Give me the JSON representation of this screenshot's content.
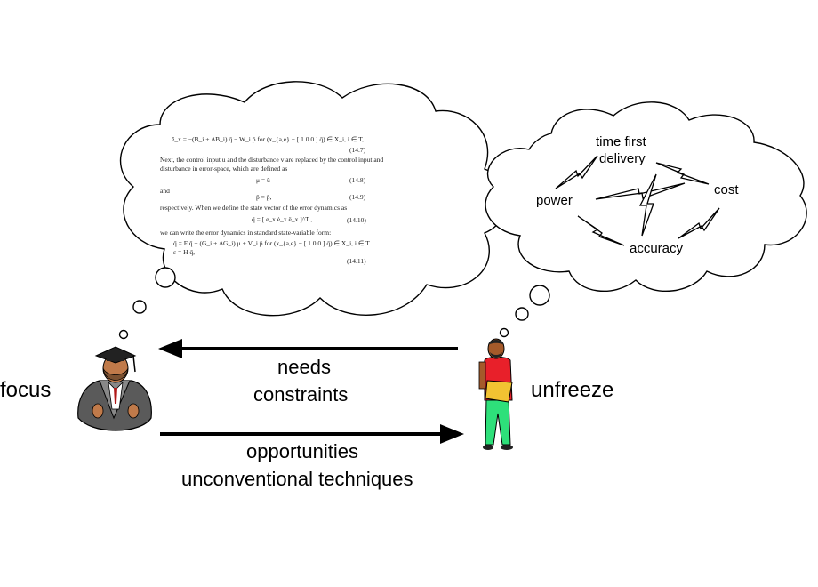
{
  "labels": {
    "focus": "focus",
    "unfreeze": "unfreeze",
    "needs": "needs",
    "constraints": "constraints",
    "opportunities": "opportunities",
    "unconventional": "unconventional techniques"
  },
  "right_cloud": {
    "nodes": {
      "time_first_delivery_line1": "time first",
      "time_first_delivery_line2": "delivery",
      "cost": "cost",
      "power": "power",
      "accuracy": "accuracy"
    }
  },
  "left_cloud_document": {
    "eq_14_7": "ē_x  =  −(B_i + ΔB_i) q̄ − W_i p̄   for   (x_{a,e} − [ 1  0  0 ] q̄) ∈ X_i, i ∈ T,",
    "eq_14_7_no": "(14.7)",
    "para1_line1": "Next, the control input u and the disturbance v are replaced by the control input and",
    "para1_line2": "disturbance in error-space, which are defined as",
    "eq_14_8": "μ = ū",
    "eq_14_8_no": "(14.8)",
    "and": "and",
    "eq_14_9": "p̄ = p̄,",
    "eq_14_9_no": "(14.9)",
    "para2": "respectively. When we define the state vector of the error dynamics as",
    "eq_14_10": "q̄ = [ e_x   ė_x   ë_x ]^T ,",
    "eq_14_10_no": "(14.10)",
    "para3": "we can write the error dynamics in standard state-variable form:",
    "eq_14_11_a": "q̄ = F q̄ + (G_i + ΔG_i) μ + V_i p̄   for   (x_{a,e} − [ 1  0  0 ] q̄) ∈ X_i, i ∈ T",
    "eq_14_11_b": "ε = H q̄,",
    "eq_14_11_no": "(14.11)"
  },
  "colors": {
    "ink": "#000000",
    "man_shirt": "#e8202a",
    "man_pants": "#2ee07a",
    "folder": "#f2c232",
    "gown": "#5a5a5a",
    "skin": "#a55a2a"
  }
}
